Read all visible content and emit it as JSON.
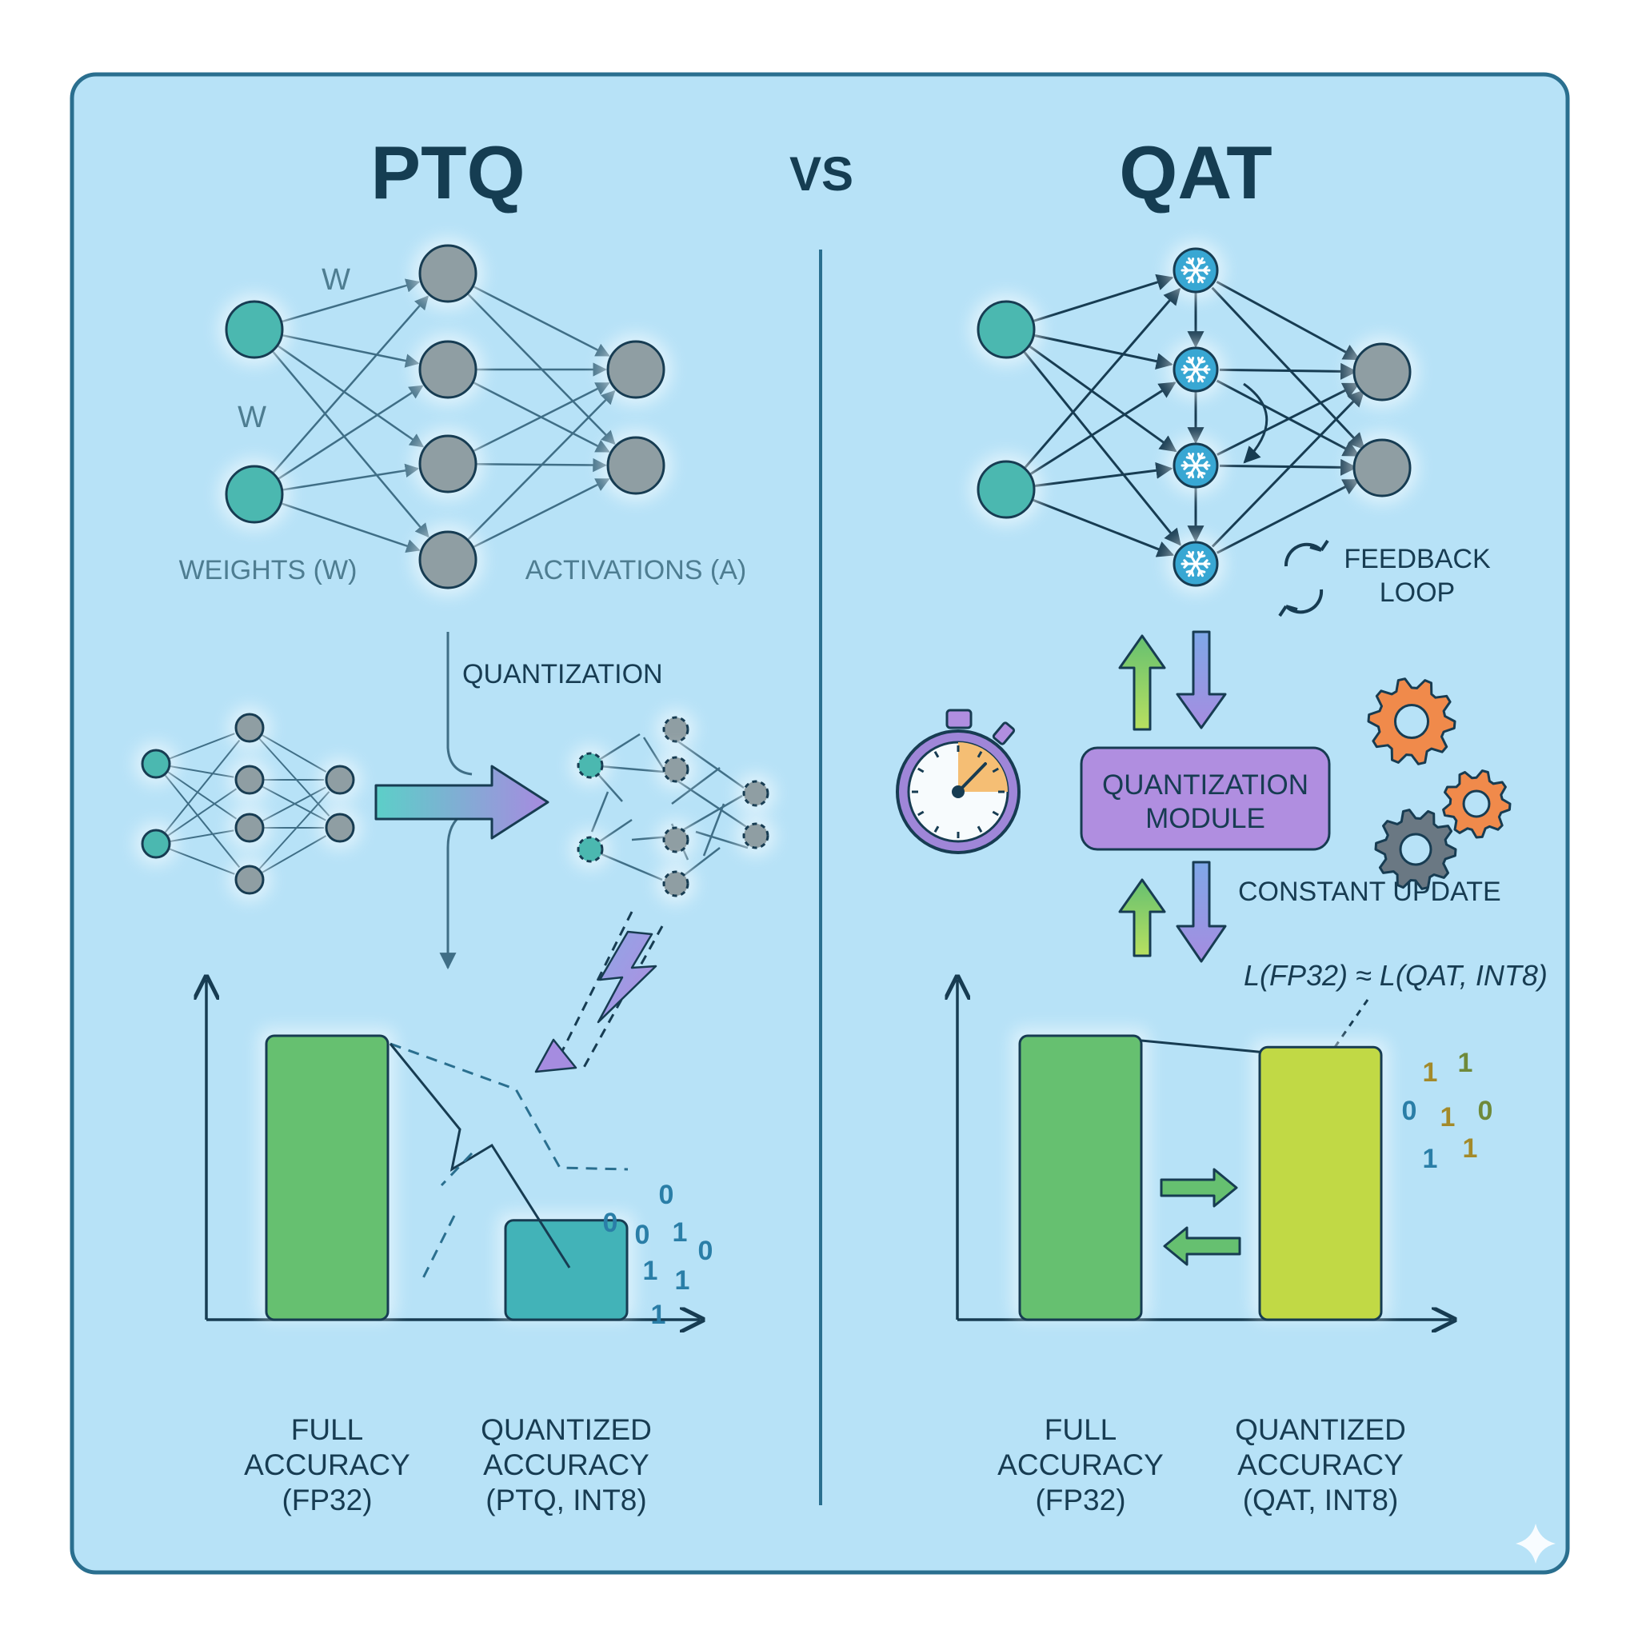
{
  "header": {
    "left_title": "PTQ",
    "vs": "VS",
    "right_title": "QAT"
  },
  "ptq": {
    "weight_label_1": "W",
    "weight_label_2": "W",
    "weights_caption": "WEIGHTS (W)",
    "activations_caption": "ACTIVATIONS (A)",
    "quantization_label": "QUANTIZATION",
    "bits": [
      "0",
      "0",
      "0",
      "1",
      "0",
      "1",
      "1",
      "1"
    ],
    "bar_labels": [
      [
        "FULL",
        "ACCURACY",
        "(FP32)"
      ],
      [
        "QUANTIZED",
        "ACCURACY",
        "(PTQ, INT8)"
      ]
    ]
  },
  "qat": {
    "feedback_label": [
      "FEEDBACK",
      "LOOP"
    ],
    "module_label": [
      "QUANTIZATION",
      "MODULE"
    ],
    "constant_update": "CONSTANT UPDATE",
    "loss_equation": "L(FP32) ≈ L(QAT, INT8)",
    "bits": [
      "1",
      "1",
      "0",
      "1",
      "0",
      "1",
      "1"
    ],
    "bar_labels": [
      [
        "FULL",
        "ACCURACY",
        "(FP32)"
      ],
      [
        "QUANTIZED",
        "ACCURACY",
        "(QAT, INT8)"
      ]
    ]
  },
  "colors": {
    "background": "#b7e2f7",
    "border": "#2a6f8f",
    "title": "#153d52",
    "input_node": "#4bb8b0",
    "gray_node": "#8f9ea3",
    "bar_green": "#66c070",
    "bar_teal": "#42b3b8",
    "bar_lime": "#c1d945",
    "module": "#b08ee0",
    "gear_orange": "#f08a4b",
    "gear_gray": "#6a7883"
  },
  "chart_data": [
    {
      "type": "bar",
      "categories": [
        "FULL ACCURACY (FP32)",
        "QUANTIZED ACCURACY (PTQ, INT8)"
      ],
      "values": [
        100,
        35
      ]
    },
    {
      "type": "bar",
      "categories": [
        "FULL ACCURACY (FP32)",
        "QUANTIZED ACCURACY (QAT, INT8)"
      ],
      "values": [
        100,
        96
      ]
    }
  ]
}
